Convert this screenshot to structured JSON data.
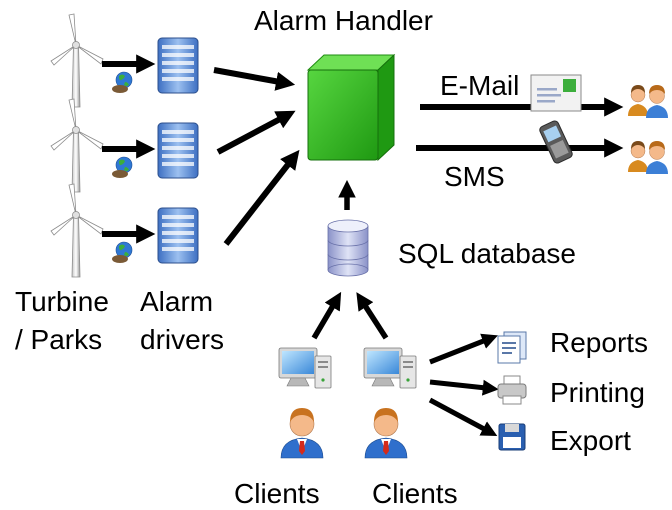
{
  "labels": {
    "alarm_handler": "Alarm Handler",
    "email": "E-Mail",
    "sms": "SMS",
    "sql_database": "SQL database",
    "turbine_line1": "Turbine",
    "turbine_line2": "/ Parks",
    "alarm_line1": "Alarm",
    "alarm_line2": "drivers",
    "clients_left": "Clients",
    "clients_right": "Clients",
    "reports": "Reports",
    "printing": "Printing",
    "export": "Export"
  },
  "icons": {
    "turbine": "wind-turbine-icon",
    "globe": "globe-icon",
    "server": "server-icon",
    "alarm_handler": "green-cube-icon",
    "database": "database-icon",
    "envelope": "envelope-icon",
    "phone": "mobile-phone-icon",
    "users": "user-group-icon",
    "workstation": "workstation-icon",
    "person": "person-icon",
    "report": "report-icon",
    "printer": "printer-icon",
    "floppy": "floppy-disk-icon"
  },
  "colors": {
    "cube": "#29b41a",
    "server": "#4a7fd0",
    "arrow": "#000000"
  }
}
